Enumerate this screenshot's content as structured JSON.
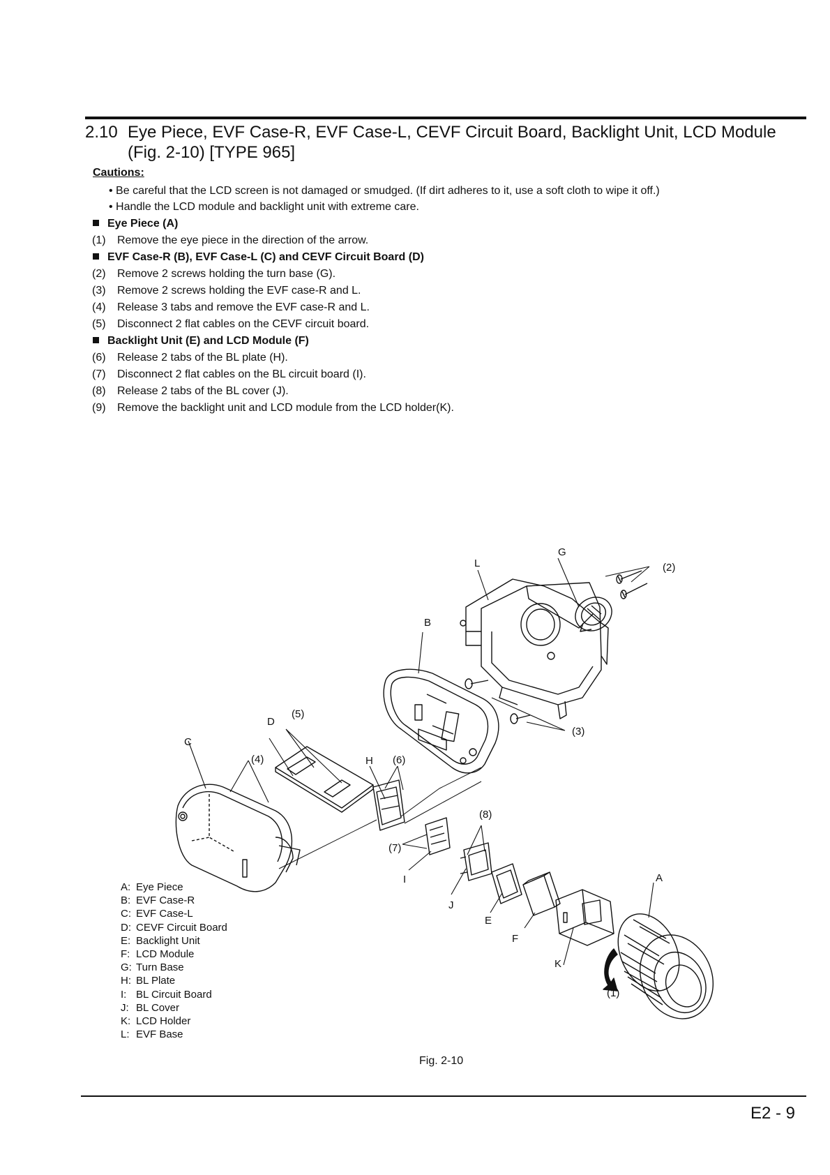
{
  "heading": {
    "number": "2.10",
    "line1": "Eye Piece, EVF Case-R, EVF Case-L,  CEVF Circuit Board, Backlight Unit, LCD Module",
    "line2": "(Fig. 2-10)  [TYPE 965]"
  },
  "cautions": {
    "title": "Cautions:",
    "items": [
      "• Be careful that the LCD screen is not damaged or smudged. (If dirt adheres to it, use a soft cloth to wipe it off.)",
      "• Handle the LCD module and backlight unit with extreme care."
    ]
  },
  "sections": [
    {
      "title": "Eye Piece (A)",
      "steps": [
        {
          "num": "(1)",
          "text": "Remove the eye piece in the direction of the arrow."
        }
      ]
    },
    {
      "title": "EVF Case-R (B), EVF Case-L (C) and CEVF Circuit Board (D)",
      "steps": [
        {
          "num": "(2)",
          "text": "Remove 2 screws holding the turn base (G)."
        },
        {
          "num": "(3)",
          "text": "Remove 2 screws holding the EVF case-R and L."
        },
        {
          "num": "(4)",
          "text": "Release 3 tabs and remove the EVF case-R and L."
        },
        {
          "num": "(5)",
          "text": "Disconnect 2 flat cables on the CEVF circuit board."
        }
      ]
    },
    {
      "title": "Backlight Unit (E) and LCD Module (F)",
      "steps": [
        {
          "num": "(6)",
          "text": "Release 2 tabs of the BL plate (H)."
        },
        {
          "num": "(7)",
          "text": "Disconnect 2 flat cables on the BL circuit board (I)."
        },
        {
          "num": "(8)",
          "text": "Release 2 tabs of the BL cover (J)."
        },
        {
          "num": "(9)",
          "text": "Remove the backlight unit and LCD module from the LCD holder(K)."
        }
      ]
    }
  ],
  "figure": {
    "callouts": {
      "A": "A",
      "B": "B",
      "C": "C",
      "D": "D",
      "E": "E",
      "F": "F",
      "G": "G",
      "H": "H",
      "I": "I",
      "J": "J",
      "K": "K",
      "L": "L",
      "s1": "(1)",
      "s2": "(2)",
      "s3": "(3)",
      "s4": "(4)",
      "s5": "(5)",
      "s6": "(6)",
      "s7": "(7)",
      "s8": "(8)"
    },
    "legend": [
      {
        "key": "A:",
        "name": "Eye Piece"
      },
      {
        "key": "B:",
        "name": "EVF Case-R"
      },
      {
        "key": "C:",
        "name": "EVF Case-L"
      },
      {
        "key": "D:",
        "name": "CEVF Circuit Board"
      },
      {
        "key": "E:",
        "name": "Backlight Unit"
      },
      {
        "key": "F:",
        "name": "LCD Module"
      },
      {
        "key": "G:",
        "name": "Turn Base"
      },
      {
        "key": "H:",
        "name": "BL Plate"
      },
      {
        "key": "I:",
        "name": "BL Circuit Board"
      },
      {
        "key": "J:",
        "name": "BL Cover"
      },
      {
        "key": "K:",
        "name": "LCD Holder"
      },
      {
        "key": "L:",
        "name": "EVF Base"
      }
    ],
    "caption": "Fig. 2-10"
  },
  "page_number": "E2 - 9"
}
